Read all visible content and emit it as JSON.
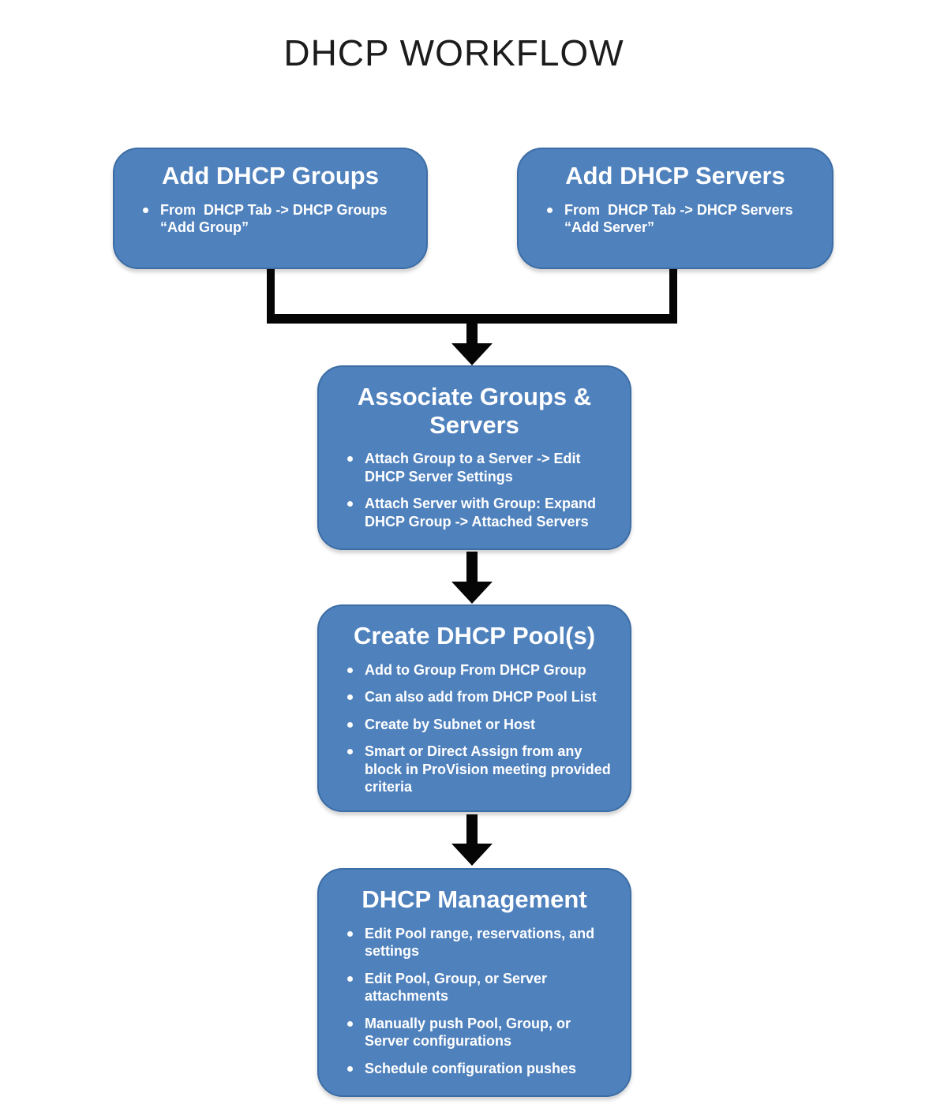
{
  "title": "DHCP WORKFLOW",
  "colors": {
    "node_fill": "#4f81bd",
    "node_border": "#3c6da5",
    "node_text": "#ffffff",
    "connector": "#050505",
    "title_text": "#1c1c1c"
  },
  "nodes": [
    {
      "title": "Add DHCP Groups",
      "bullets": [
        "From  DHCP Tab -> DHCP Groups “Add Group”"
      ]
    },
    {
      "title": "Add DHCP Servers",
      "bullets": [
        "From  DHCP Tab -> DHCP Servers “Add Server”"
      ]
    },
    {
      "title": "Associate Groups & Servers",
      "bullets": [
        "Attach Group to a Server -> Edit DHCP Server Settings",
        "Attach Server with Group: Expand DHCP Group -> Attached Servers"
      ]
    },
    {
      "title": "Create DHCP Pool(s)",
      "bullets": [
        "Add to Group From DHCP Group",
        "Can also add from DHCP Pool List",
        "Create by Subnet or Host",
        "Smart or Direct Assign from any block in ProVision meeting provided criteria"
      ]
    },
    {
      "title": "DHCP Management",
      "bullets": [
        "Edit Pool range, reservations, and settings",
        "Edit Pool, Group, or Server attachments",
        "Manually push Pool, Group, or Server configurations",
        "Schedule configuration pushes"
      ]
    }
  ]
}
